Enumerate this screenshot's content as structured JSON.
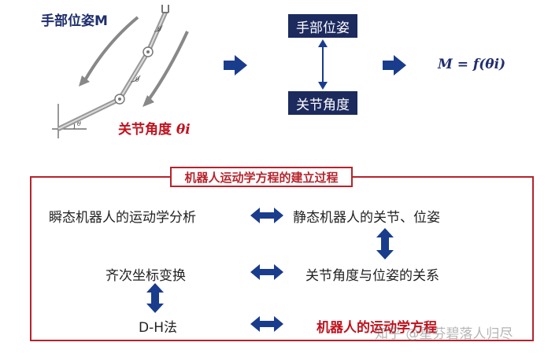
{
  "top": {
    "pose_label": "手部位姿M",
    "joint_label": "关节角度",
    "joint_symbol": "θi",
    "box_pose": "手部位姿",
    "box_joint": "关节角度",
    "formula": "M = f(θi)"
  },
  "process": {
    "title": "机器人运动学方程的建立过程",
    "nodes": {
      "instant": "瞬态机器人的运动学分析",
      "static": "静态机器人的关节、位姿",
      "homog": "齐次坐标变换",
      "joint_pose": "关节角度与位姿的关系",
      "dh": "D-H法",
      "result": "机器人的运动学方程"
    }
  },
  "watermark": "知乎 @星芬碧落人归尽",
  "colors": {
    "navy": "#1c2a5e",
    "arrow_blue": "#1a3c8c",
    "red": "#b6232c",
    "gray": "#888888"
  }
}
